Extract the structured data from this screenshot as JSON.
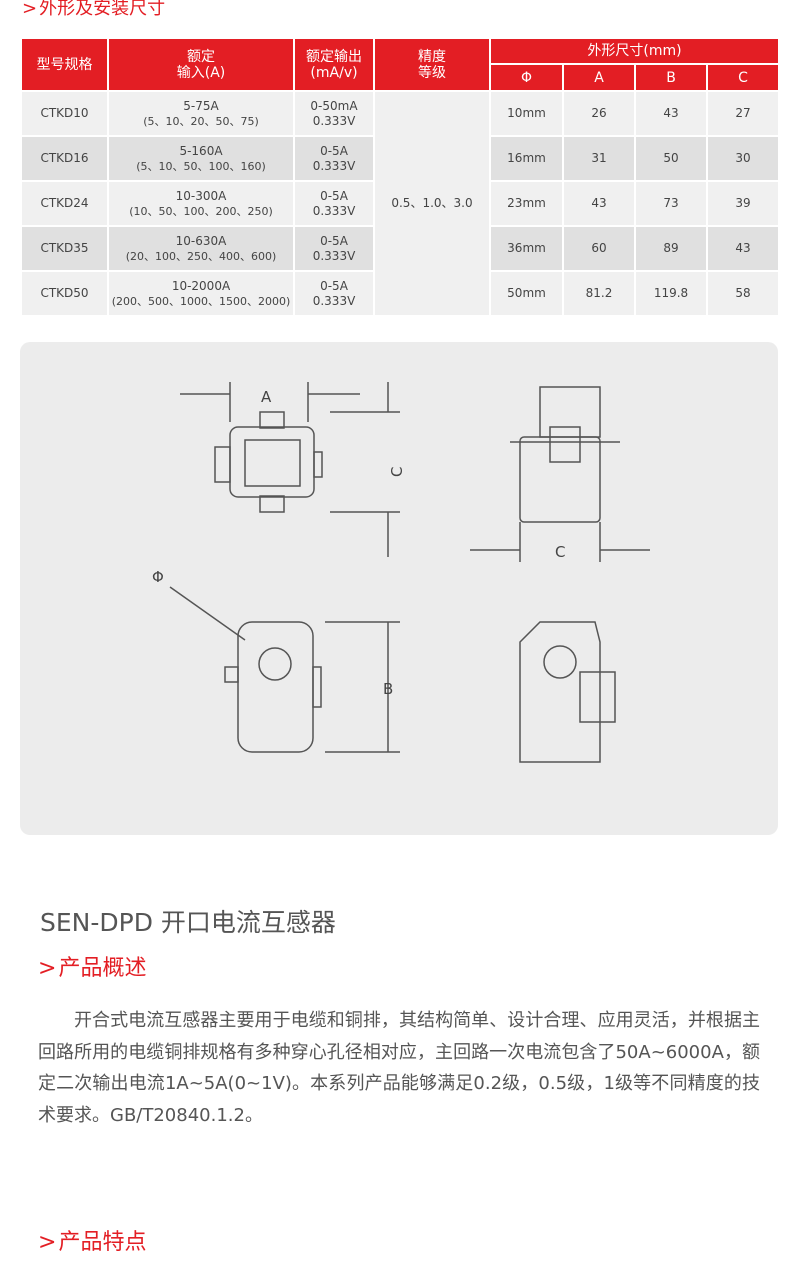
{
  "sections": {
    "dimensions": "外形及安装尺寸",
    "overview": "产品概述",
    "features": "产品特点",
    "marker": ">"
  },
  "table": {
    "headers": {
      "model": "型号规格",
      "input_l1": "额定",
      "input_l2": "输入(A)",
      "output_l1": "额定输出",
      "output_l2": "(mA/v)",
      "grade_l1": "精度",
      "grade_l2": "等级",
      "size": "外形尺寸(mm)",
      "phi": "Φ",
      "a": "A",
      "b": "B",
      "c": "C"
    },
    "grade": "0.5、1.0、3.0",
    "rows": [
      {
        "model": "CTKD10",
        "input": "5-75A",
        "input_list": "(5、10、20、50、75)",
        "out1": "0-50mA",
        "out2": "0.333V",
        "phi": "10mm",
        "a": "26",
        "b": "43",
        "c": "27"
      },
      {
        "model": "CTKD16",
        "input": "5-160A",
        "input_list": "(5、10、50、100、160)",
        "out1": "0-5A",
        "out2": "0.333V",
        "phi": "16mm",
        "a": "31",
        "b": "50",
        "c": "30"
      },
      {
        "model": "CTKD24",
        "input": "10-300A",
        "input_list": "(10、50、100、200、250)",
        "out1": "0-5A",
        "out2": "0.333V",
        "phi": "23mm",
        "a": "43",
        "b": "73",
        "c": "39"
      },
      {
        "model": "CTKD35",
        "input": "10-630A",
        "input_list": "(20、100、250、400、600)",
        "out1": "0-5A",
        "out2": "0.333V",
        "phi": "36mm",
        "a": "60",
        "b": "89",
        "c": "43"
      },
      {
        "model": "CTKD50",
        "input": "10-2000A",
        "input_list": "(200、500、1000、1500、2000)",
        "out1": "0-5A",
        "out2": "0.333V",
        "phi": "50mm",
        "a": "81.2",
        "b": "119.8",
        "c": "58"
      }
    ]
  },
  "diagram": {
    "label_a": "A",
    "label_c1": "C",
    "label_c2": "C",
    "label_phi": "Φ",
    "label_b": "B"
  },
  "product_title": "SEN-DPD 开口电流互感器",
  "overview_text": "开合式电流互感器主要用于电缆和铜排，其结构简单、设计合理、应用灵活，并根据主回路所用的电缆铜排规格有多种穿心孔径相对应，主回路一次电流包含了50A~6000A，额定二次输出电流1A~5A(0~1V)。本系列产品能够满足0.2级，0.5级，1级等不同精度的技术要求。GB/T20840.1.2。"
}
